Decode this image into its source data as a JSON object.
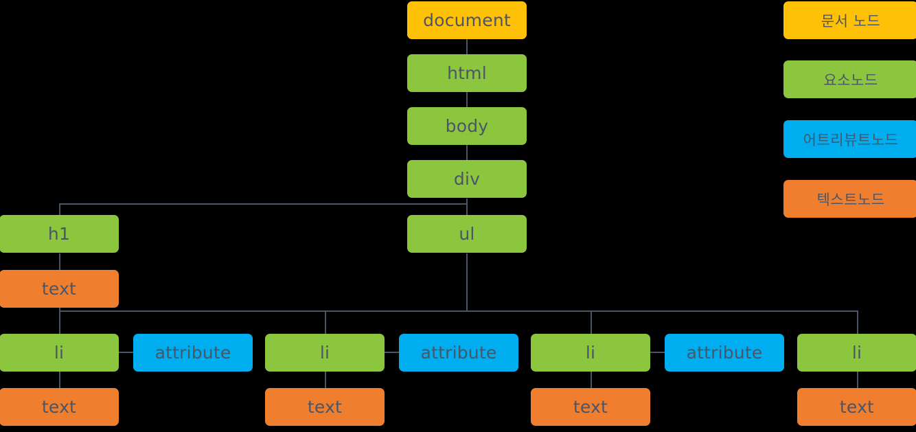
{
  "diagram": {
    "title": "DOM tree node diagram",
    "background_color": "#000000",
    "connector_color": "#4A5568",
    "text_color": "#4A5568",
    "palette": {
      "document_node": "#FFC107",
      "element_node": "#8CC63F",
      "attribute_node": "#00AEEF",
      "text_node": "#EF7F2E"
    }
  },
  "tree": {
    "document": "document",
    "html": "html",
    "body": "body",
    "div": "div",
    "h1": "h1",
    "h1_text": "text",
    "ul": "ul",
    "items": [
      {
        "li": "li",
        "attribute": "attribute",
        "text": "text"
      },
      {
        "li": "li",
        "attribute": "attribute",
        "text": "text"
      },
      {
        "li": "li",
        "attribute": "attribute",
        "text": "text"
      },
      {
        "li": "li",
        "attribute": null,
        "text": "text"
      }
    ]
  },
  "legend": {
    "items": [
      {
        "label": "문서 노드",
        "color": "#FFC107",
        "kind": "document"
      },
      {
        "label": "요소노드",
        "color": "#8CC63F",
        "kind": "element"
      },
      {
        "label": "어트리뷰트노드",
        "color": "#00AEEF",
        "kind": "attribute"
      },
      {
        "label": "텍스트노드",
        "color": "#EF7F2E",
        "kind": "text"
      }
    ]
  }
}
